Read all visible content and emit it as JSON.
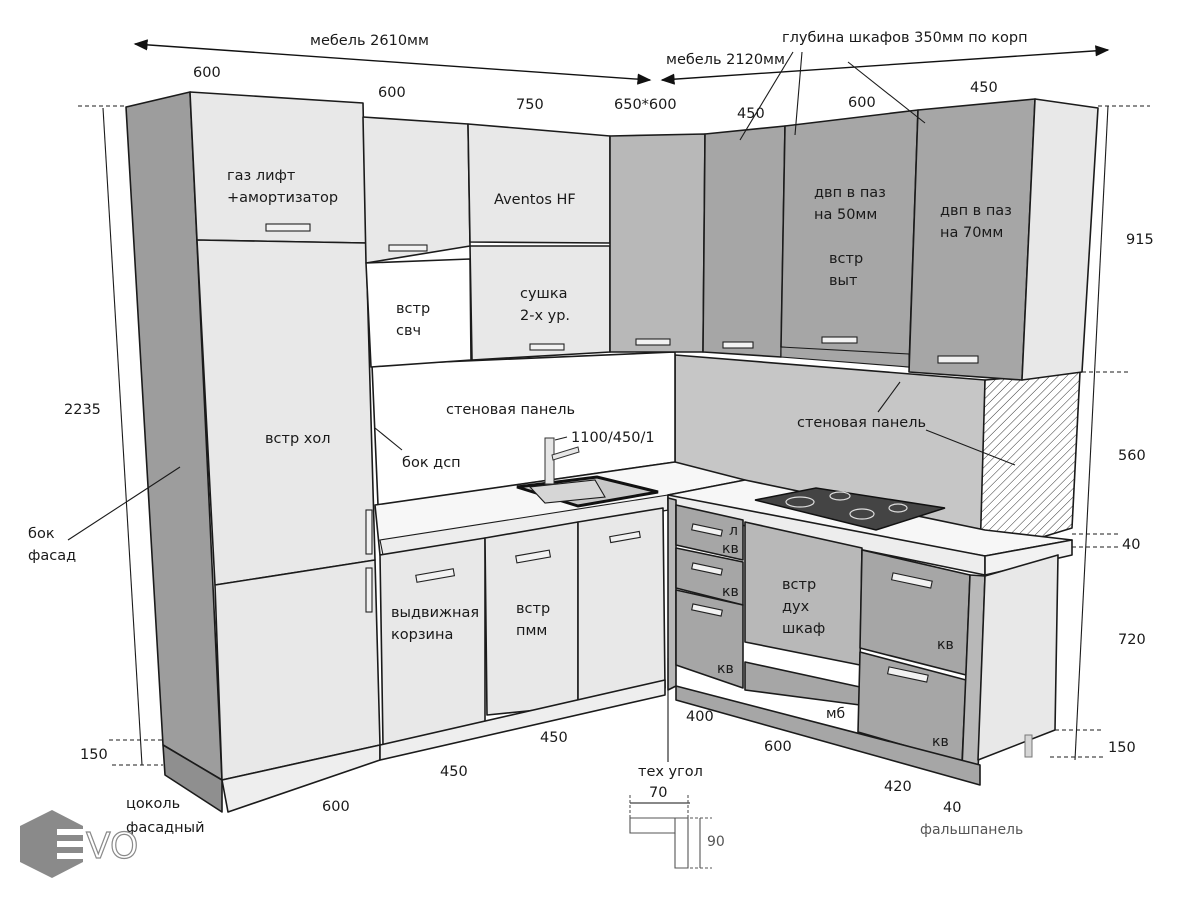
{
  "title": "Кухня — схема с размерами",
  "colors": {
    "light_facade": "#e8e8e8",
    "grey_facade": "#a6a6a6",
    "mid_facade": "#b8b8b8",
    "dark_side": "#9d9d9d",
    "wall_panel": "#c6c6c6",
    "countertop": "#f7f7f7",
    "line": "#1b1b1b",
    "logo": "#8a8a8a"
  },
  "overall": {
    "left_run": "мебель 2610мм",
    "right_run": "мебель 2120мм",
    "cabinet_depth_note": "глубина шкафов 350мм по корп"
  },
  "upper_widths": {
    "tall_left": "600",
    "upper_1": "600",
    "upper_2": "750",
    "corner": "650*600",
    "right_1": "450",
    "right_2": "600",
    "right_3": "450"
  },
  "heights": {
    "total": "2235",
    "upper": "915",
    "backsplash": "560",
    "countertop": "40",
    "base": "720",
    "plinth_left": "150",
    "plinth_right": "150"
  },
  "base_widths": {
    "tall": "600",
    "base_1": "450",
    "base_2": "450",
    "right_1": "400",
    "right_2": "600",
    "right_3": "420",
    "filler": "40"
  },
  "notes": {
    "gas_lift": [
      "газ лифт",
      "+амортизатор"
    ],
    "aventos": "Aventos HF",
    "microwave": [
      "встр",
      "свч"
    ],
    "dryer": [
      "сушка",
      "2-х ур."
    ],
    "fridge": "встр хол",
    "side_chipboard": "бок дсп",
    "side_facade": [
      "бок",
      "фасад"
    ],
    "wall_panel_left": "стеновая панель",
    "wall_panel_right": "стеновая панель",
    "sink_size": "1100/450/1",
    "hdf_50": [
      "двп в паз",
      "на 50мм"
    ],
    "hood": [
      "встр",
      "выт"
    ],
    "hdf_70": [
      "двп в паз",
      "на 70мм"
    ],
    "pull_basket": [
      "выдвижная",
      "корзина"
    ],
    "dishwasher": [
      "встр",
      "пмм"
    ],
    "drawer_l": "л",
    "drawer_kv": "кв",
    "oven": [
      "встр",
      "дух",
      "шкаф"
    ],
    "mb": "мб",
    "plinth": [
      "цоколь",
      "фасадный"
    ],
    "tech_corner": "тех угол",
    "tech_corner_w": "70",
    "tech_corner_h": "90",
    "false_panel": "фальшпанель"
  },
  "logo": {
    "text": "VO",
    "letter": "E"
  }
}
